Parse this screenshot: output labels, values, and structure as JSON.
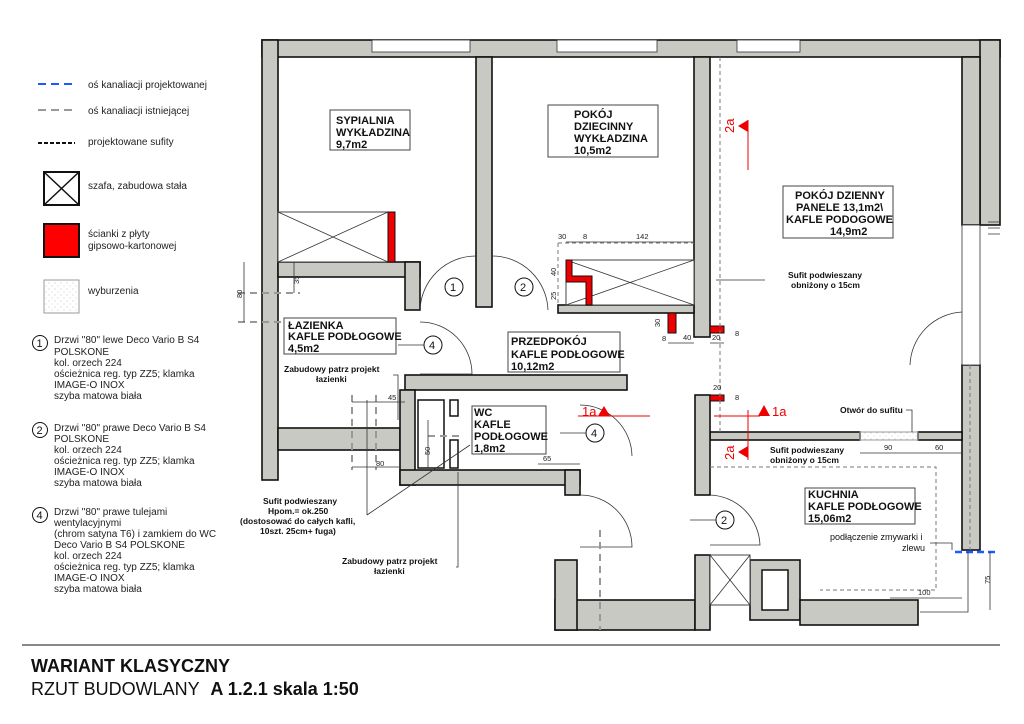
{
  "legend": [
    {
      "label": "oś kanaliacji projektowanej",
      "icon": "blue-dashed-line",
      "color": "#1a5cff"
    },
    {
      "label": "oś kanaliacji istniejącej",
      "icon": "gray-dashed-line",
      "color": "#999999"
    },
    {
      "label": "projektowane sufity",
      "icon": "black-dashed-line",
      "color": "#111111"
    },
    {
      "label": "szafa, zabudowa stała",
      "icon": "crossed-box"
    },
    {
      "label_lines": [
        "ścianki z płyty",
        "gipsowo-kartonowej"
      ],
      "icon": "red-box",
      "color": "#ff0000"
    },
    {
      "label": "wyburzenia",
      "icon": "dotted-box"
    }
  ],
  "doors": [
    {
      "number": "1",
      "lines": [
        "Drzwi \"80\" lewe Deco Vario B S4",
        "POLSKONE",
        "kol. orzech 224",
        "ościeżnica reg. typ ZZ5; klamka",
        "IMAGE-O INOX",
        "szyba matowa biała"
      ]
    },
    {
      "number": "2",
      "lines": [
        "Drzwi \"80\" prawe Deco Vario B S4",
        "POLSKONE",
        "kol. orzech 224",
        "ościeżnica reg. typ ZZ5; klamka",
        "IMAGE-O INOX",
        "szyba matowa biała"
      ]
    },
    {
      "number": "4",
      "lines": [
        "Drzwi \"80\" prawe tulejami",
        "wentylacyjnymi",
        "(chrom satyna T6) i zamkiem do WC",
        "Deco Vario B S4 POLSKONE",
        "kol. orzech 224",
        "ościeżnica reg. typ ZZ5; klamka",
        "IMAGE-O INOX",
        "szyba matowa biała"
      ]
    }
  ],
  "rooms": {
    "sypialnia": [
      "SYPIALNIA",
      "WYKŁADZINA",
      "9,7m2"
    ],
    "pokoj_dzieciecy": [
      "POKÓJ",
      "DZIECINNY",
      "WYKŁADZINA",
      "10,5m2"
    ],
    "pokoj_dzienny": [
      "POKÓJ DZIENNY",
      "PANELE 13,1m2\\",
      "KAFLE PODOGOWE",
      "14,9m2"
    ],
    "lazienka": [
      "ŁAZIENKA",
      "KAFLE PODŁOGOWE",
      "4,5m2"
    ],
    "przedpokoj": [
      "PRZEDPOKÓJ",
      "KAFLE PODŁOGOWE",
      "10,12m2"
    ],
    "wc": [
      "WC",
      "KAFLE",
      "PODŁOGOWE",
      "1,8m2"
    ],
    "kuchnia": [
      "KUCHNIA",
      "KAFLE PODŁOGOWE",
      "15,06m2"
    ]
  },
  "annotations": {
    "sufit_dzienny": [
      "Sufit podwieszany",
      "obniżony o 15cm"
    ],
    "sufit_kuchnia": [
      "Sufit podwieszany",
      "obniżony o 15cm"
    ],
    "otwor": "Otwór do sufitu",
    "zabudowy1": [
      "Zabudowy patrz projekt",
      "łazienki"
    ],
    "zabudowy2": [
      "Zabudowy patrz projekt",
      "łazienki"
    ],
    "sufit_wc": [
      "Sufit podwieszany",
      "Hpom.= ok.250",
      "(dostosować do całych kafli,",
      "10szt. 25cm+ fuga)"
    ],
    "zmywarka": [
      "podłączenie zmywarki i",
      "zlewu"
    ]
  },
  "door_tags": [
    "1",
    "2",
    "4",
    "4",
    "2"
  ],
  "section_marks": [
    "1a",
    "1a",
    "2a",
    "2a"
  ],
  "dimensions": [
    "30",
    "8",
    "142",
    "40",
    "25",
    "30",
    "8",
    "40",
    "20",
    "8",
    "20",
    "8",
    "35",
    "80",
    "45",
    "80",
    "50",
    "65",
    "90",
    "60",
    "100",
    "75"
  ],
  "title": {
    "line1": "WARIANT KLASYCZNY",
    "line2_prefix": "RZUT BUDOWLANY",
    "line2_bold": "A 1.2.1 skala 1:50"
  }
}
